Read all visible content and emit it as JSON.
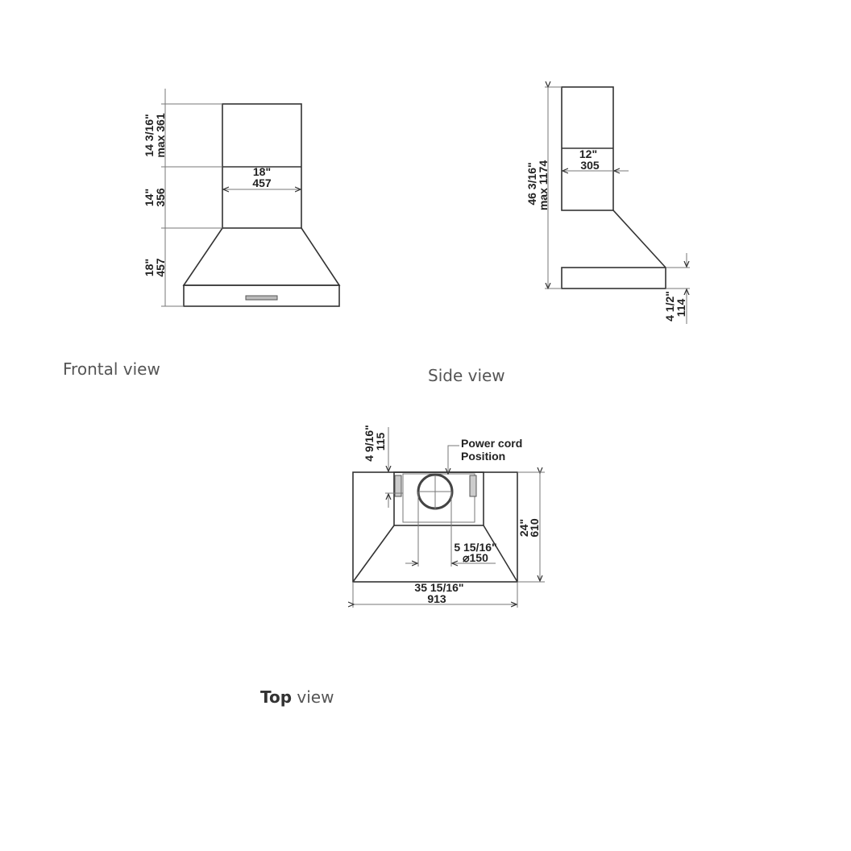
{
  "frontal_view": {
    "label": "Frontal view",
    "top_chimney_height_in": "14 3/16\"",
    "top_chimney_height_mm": "max 361",
    "mid_chimney_height_in": "14\"",
    "mid_chimney_height_mm": "356",
    "hood_height_in": "18\"",
    "hood_height_mm": "457",
    "chimney_width_in": "18\"",
    "chimney_width_mm": "457"
  },
  "side_view": {
    "label": "Side view",
    "total_height_in": "46 3/16\"",
    "total_height_mm": "max 1174",
    "chimney_depth_in": "12\"",
    "chimney_depth_mm": "305",
    "base_height_in": "4 1/2\"",
    "base_height_mm": "114"
  },
  "top_view": {
    "label_bold": "Top",
    "label_rest": " view",
    "offset_in": "4 9/16\"",
    "offset_mm": "115",
    "power_cord_line1": "Power cord",
    "power_cord_line2": "Position",
    "depth_in": "24\"",
    "depth_mm": "610",
    "duct_diameter_in": "5 15/16\"",
    "duct_diameter_mm": "⌀150",
    "width_in": "35 15/16\"",
    "width_mm": "913"
  }
}
